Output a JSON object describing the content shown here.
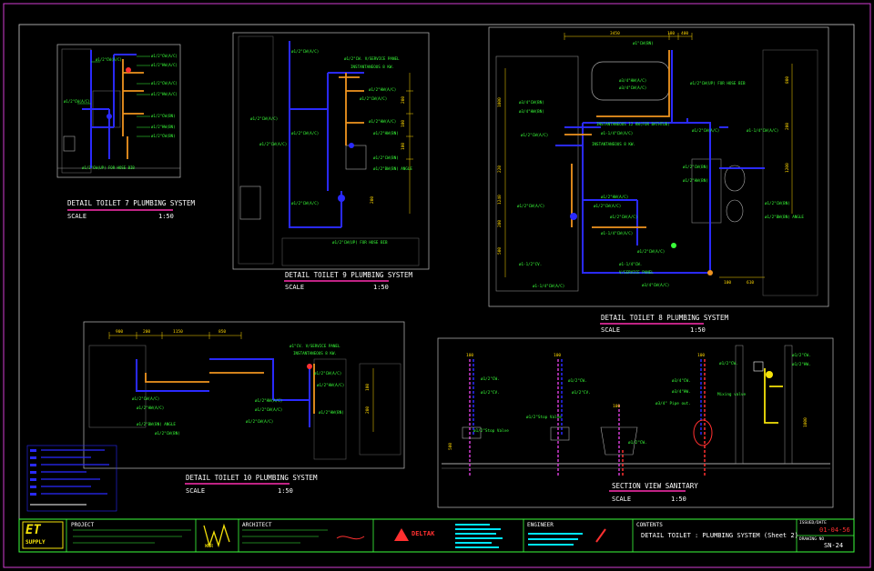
{
  "colors": {
    "outer_border": "#d23bd2",
    "frame": "#cfcfcf",
    "cold_pipe": "#2a2aff",
    "hot_pipe": "#f0941f",
    "annotation": "#39ff39",
    "dim": "#ffd700",
    "title_underline": "#ff2fb0",
    "titleblock_border": "#3cff3c",
    "logo_yellow": "#f5e20a",
    "accent_red": "#ff3030",
    "cyan": "#00e5ff"
  },
  "details": [
    {
      "title": "DETAIL TOILET 7 PLUMBING SYSTEM",
      "scale_label": "SCALE",
      "scale_value": "1:50"
    },
    {
      "title": "DETAIL TOILET 9 PLUMBING SYSTEM",
      "scale_label": "SCALE",
      "scale_value": "1:50"
    },
    {
      "title": "DETAIL TOILET 8 PLUMBING SYSTEM",
      "scale_label": "SCALE",
      "scale_value": "1:50"
    },
    {
      "title": "DETAIL TOILET 10 PLUMBING SYSTEM",
      "scale_label": "SCALE",
      "scale_value": "1:50"
    },
    {
      "title": "SECTION VIEW SANITARY",
      "scale_label": "SCALE",
      "scale_value": "1:50"
    }
  ],
  "notes": {
    "t9": [
      "ø1/2\"CW(A/C)",
      "ø1/2\"CW. V/SERVICE PANEL",
      "INSTANTANEOUS 8 KW.",
      "ø1/2\"HW(A/C)",
      "ø1/2\"CW(A/C)",
      "ø1/2\"HW(A/C)",
      "ø1/2\"CW(A/C)",
      "ø1/2\"HW(BN)",
      "ø1/2\"CW(BN)",
      "ø1/2\"BW(BN) ANGLE",
      "ø1/2\"CW(A/C)",
      "ø1/2\"CW(UP) FOR HOSE BIB"
    ],
    "t8": [
      "ø1\"CW(BN)",
      "ø3/4\"HW(A/C)",
      "ø3/4\"CW(A/C)",
      "ø1/2\"CW(UP) FOR HOSE BIB",
      "ø3/4\"CW(BN)",
      "ø3/4\"HW(BN)",
      "INSTANTANEOUS 12 KW(FOR BATHTUB)",
      "ø1/2\"CW(A/C)",
      "INSTANTANEOUS 8 KW.",
      "ø1-1/4\"CW(A/C)",
      "ø1/2\"HW(A/C)",
      "ø1/2\"CW(A/C)",
      "ø1/2\"CW(BN)",
      "ø1/2\"HW(BN)",
      "ø1-1/4\"CW(A/C)",
      "ø1/2\"CV.",
      "ø1-1/4\"CW.",
      "V/SERVICE PANEL",
      "ø1-1/4\"CW(A/C)",
      "ø3/4\"CW(A/C)",
      "ø1/2\"CW(A/C)"
    ],
    "t10": [
      "ø1\"CV. V/SERVICE PANEL",
      "INSTANTANEOUS 8 KW.",
      "ø1/2\"CW(A/C)",
      "ø1/2\"HW(A/C)",
      "ø1/2\"CW(A/C)",
      "ø1/2\"HW(A/C)",
      "ø1/2\"BW(BN) ANGLE",
      "ø1/2\"CW(BN)",
      "ø1/2\"HW(BN)",
      "ø1/2\"CW(A/C)"
    ],
    "sect": [
      "ø1/2\"CW.",
      "ø1/2\"CV.",
      "ø1/2\"CW.",
      "ø1/2\"Stop Valve",
      "ø1/2\"Stop Valve",
      "ø3/4\"CW.",
      "ø3/4\"HW.",
      "ø3/4\" Pipe out.",
      "Mixing valve",
      "ø1/2\"CW.",
      "ø1/2\"HW."
    ]
  },
  "dims": {
    "t8_top": [
      "3450",
      "180",
      "400"
    ],
    "t8_right": [
      "800",
      "200",
      "1200"
    ],
    "t8_bottom": [
      "100",
      "610"
    ],
    "t8_left": [
      "1000",
      "220",
      "1240",
      "200",
      "500"
    ],
    "t10_top": [
      "900",
      "200",
      "1150",
      "850"
    ],
    "t9_right": [
      "200",
      "100",
      "100",
      "200"
    ],
    "sect_top": [
      "100",
      "100",
      "100",
      "100"
    ]
  },
  "titleblock": {
    "logo_text": "ET",
    "logo_sub": "SUPPLY",
    "project_label": "PROJECT",
    "architect_label": "ARCHITECT",
    "brand": "DELTAK",
    "engineer_label": "ENGINEER",
    "contents_label": "CONTENTS",
    "contents_value": "DETAIL TOILET : PLUMBING SYSTEM (Sheet 2)",
    "date_label": "ISSUED/DATE",
    "date_value": "01-04-56",
    "drawing_no_label": "DRAWING NO",
    "drawing_no_value": "SN-24",
    "architect_logo": "WNR"
  }
}
